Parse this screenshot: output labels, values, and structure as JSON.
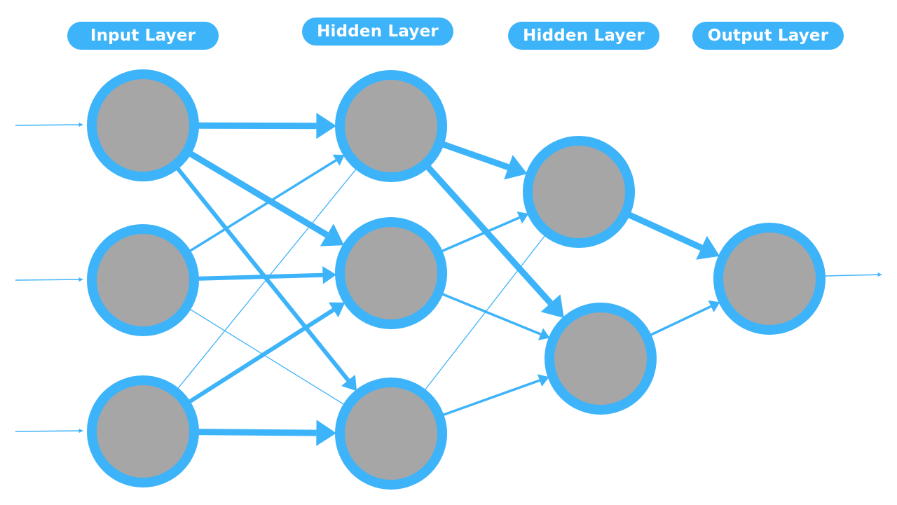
{
  "colors": {
    "accent": "#3db3f9",
    "node_fill": "#a6a6a6",
    "background": "#ffffff"
  },
  "layers": [
    {
      "label": "Input Layer",
      "neurons": 3
    },
    {
      "label": "Hidden Layer",
      "neurons": 3
    },
    {
      "label": "Hidden Layer",
      "neurons": 2
    },
    {
      "label": "Output Layer",
      "neurons": 1
    }
  ],
  "connections": [
    {
      "from": [
        0,
        0
      ],
      "to": [
        1,
        0
      ],
      "weight": "strong"
    },
    {
      "from": [
        0,
        0
      ],
      "to": [
        1,
        1
      ],
      "weight": "strong"
    },
    {
      "from": [
        0,
        0
      ],
      "to": [
        1,
        2
      ],
      "weight": "medium"
    },
    {
      "from": [
        0,
        1
      ],
      "to": [
        1,
        0
      ],
      "weight": "light"
    },
    {
      "from": [
        0,
        1
      ],
      "to": [
        1,
        1
      ],
      "weight": "medium"
    },
    {
      "from": [
        0,
        1
      ],
      "to": [
        1,
        2
      ],
      "weight": "thin"
    },
    {
      "from": [
        0,
        2
      ],
      "to": [
        1,
        0
      ],
      "weight": "thin"
    },
    {
      "from": [
        0,
        2
      ],
      "to": [
        1,
        1
      ],
      "weight": "medium"
    },
    {
      "from": [
        0,
        2
      ],
      "to": [
        1,
        2
      ],
      "weight": "strong"
    },
    {
      "from": [
        1,
        0
      ],
      "to": [
        2,
        0
      ],
      "weight": "strong"
    },
    {
      "from": [
        1,
        0
      ],
      "to": [
        2,
        1
      ],
      "weight": "strong"
    },
    {
      "from": [
        1,
        1
      ],
      "to": [
        2,
        0
      ],
      "weight": "light"
    },
    {
      "from": [
        1,
        1
      ],
      "to": [
        2,
        1
      ],
      "weight": "light"
    },
    {
      "from": [
        1,
        2
      ],
      "to": [
        2,
        0
      ],
      "weight": "thin"
    },
    {
      "from": [
        1,
        2
      ],
      "to": [
        2,
        1
      ],
      "weight": "light"
    },
    {
      "from": [
        2,
        0
      ],
      "to": [
        3,
        0
      ],
      "weight": "strong"
    },
    {
      "from": [
        2,
        1
      ],
      "to": [
        3,
        0
      ],
      "weight": "light"
    }
  ]
}
